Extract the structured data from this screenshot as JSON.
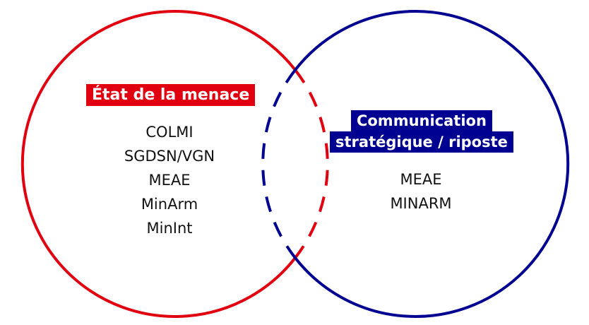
{
  "colors": {
    "red": "#e1000f",
    "blue": "#000091"
  },
  "left_set": {
    "title": "État de la menace",
    "items": [
      "COLMI",
      "SGDSN/VGN",
      "MEAE",
      "MinArm",
      "MinInt"
    ]
  },
  "right_set": {
    "title_lines": [
      "Communication",
      "stratégique / riposte"
    ],
    "items": [
      "MEAE",
      "MINARM"
    ]
  }
}
